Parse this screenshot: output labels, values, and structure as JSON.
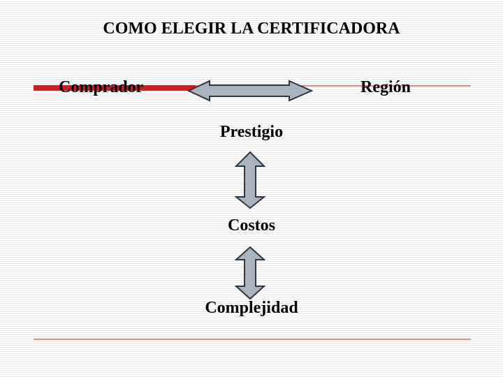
{
  "title": "COMO ELEGIR LA CERTIFICADORA",
  "labels": {
    "comprador": "Comprador",
    "region": "Región",
    "prestigio": "Prestigio",
    "costos": "Costos",
    "complejidad": "Complejidad"
  },
  "colors": {
    "accent_line": "#cc1f1f",
    "arrow_fill": "#aab4c0",
    "arrow_stroke": "#2e3640"
  }
}
